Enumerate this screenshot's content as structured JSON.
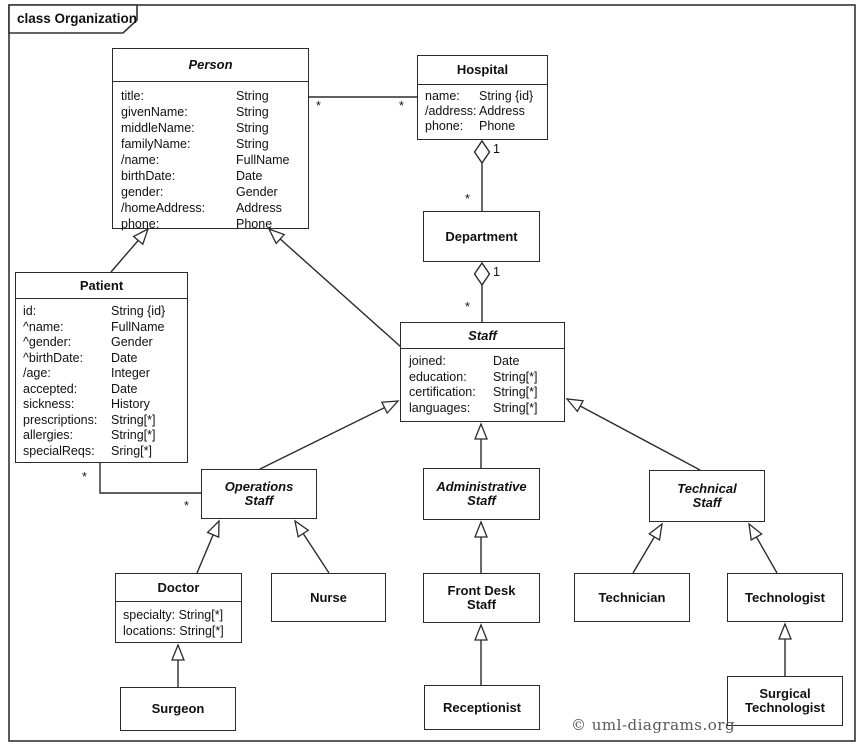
{
  "frame": {
    "label": "class Organization"
  },
  "copyright": "© uml-diagrams.org",
  "colors": {
    "line": "#2b2b2b",
    "text": "#111111",
    "background": "#ffffff",
    "copyright": "#585858"
  },
  "classes": {
    "person": {
      "name": "Person",
      "abstract": true,
      "attrs": [
        {
          "n": "title:",
          "t": "String"
        },
        {
          "n": "givenName:",
          "t": "String"
        },
        {
          "n": "middleName:",
          "t": "String"
        },
        {
          "n": "familyName:",
          "t": "String"
        },
        {
          "n": "/name:",
          "t": "FullName"
        },
        {
          "n": "birthDate:",
          "t": "Date"
        },
        {
          "n": "gender:",
          "t": "Gender"
        },
        {
          "n": "/homeAddress:",
          "t": "Address"
        },
        {
          "n": "phone:",
          "t": "Phone"
        }
      ]
    },
    "hospital": {
      "name": "Hospital",
      "abstract": false,
      "attrs": [
        {
          "n": "name:",
          "t": "String {id}"
        },
        {
          "n": "/address:",
          "t": "Address"
        },
        {
          "n": "phone:",
          "t": "Phone"
        }
      ]
    },
    "patient": {
      "name": "Patient",
      "abstract": false,
      "attrs": [
        {
          "n": "id:",
          "t": "String {id}"
        },
        {
          "n": "^name:",
          "t": "FullName"
        },
        {
          "n": "^gender:",
          "t": "Gender"
        },
        {
          "n": "^birthDate:",
          "t": "Date"
        },
        {
          "n": "/age:",
          "t": "Integer"
        },
        {
          "n": "accepted:",
          "t": "Date"
        },
        {
          "n": "sickness:",
          "t": "History"
        },
        {
          "n": "prescriptions:",
          "t": "String[*]"
        },
        {
          "n": "allergies:",
          "t": "String[*]"
        },
        {
          "n": "specialReqs:",
          "t": "Sring[*]"
        }
      ]
    },
    "department": {
      "name": "Department",
      "abstract": false
    },
    "staff": {
      "name": "Staff",
      "abstract": true,
      "attrs": [
        {
          "n": "joined:",
          "t": "Date"
        },
        {
          "n": "education:",
          "t": "String[*]"
        },
        {
          "n": "certification:",
          "t": "String[*]"
        },
        {
          "n": "languages:",
          "t": "String[*]"
        }
      ]
    },
    "operationsStaff": {
      "name": "Operations Staff",
      "abstract": true
    },
    "administrativeStaff": {
      "name": "Administrative Staff",
      "abstract": true
    },
    "technicalStaff": {
      "name": "Technical Staff",
      "abstract": true
    },
    "doctor": {
      "name": "Doctor",
      "abstract": false,
      "attrs": [
        "specialty: String[*]",
        "locations: String[*]"
      ]
    },
    "nurse": {
      "name": "Nurse",
      "abstract": false
    },
    "frontDeskStaff": {
      "name": "Front Desk Staff",
      "abstract": false
    },
    "technician": {
      "name": "Technician",
      "abstract": false
    },
    "technologist": {
      "name": "Technologist",
      "abstract": false
    },
    "surgeon": {
      "name": "Surgeon",
      "abstract": false
    },
    "receptionist": {
      "name": "Receptionist",
      "abstract": false
    },
    "surgicalTechnologist": {
      "name": "Surgical Technologist",
      "abstract": false
    }
  },
  "labels": {
    "person_hospital_left": "*",
    "person_hospital_right": "*",
    "hospital_department_1": "1",
    "hospital_department_many": "*",
    "department_staff_1": "1",
    "department_staff_many": "*",
    "patient_ops_upper": "*",
    "patient_ops_lower": "*"
  },
  "relationships": [
    {
      "type": "association",
      "from": "Person",
      "to": "Hospital",
      "fromMult": "*",
      "toMult": "*"
    },
    {
      "type": "aggregation",
      "whole": "Hospital",
      "part": "Department",
      "wholeMult": "1",
      "partMult": "*"
    },
    {
      "type": "aggregation",
      "whole": "Department",
      "part": "Staff",
      "wholeMult": "1",
      "partMult": "*"
    },
    {
      "type": "association",
      "from": "Patient",
      "to": "Operations Staff",
      "fromMult": "*",
      "toMult": "*"
    },
    {
      "type": "generalization",
      "from": "Patient",
      "to": "Person"
    },
    {
      "type": "generalization",
      "from": "Staff",
      "to": "Person"
    },
    {
      "type": "generalization",
      "from": "Operations Staff",
      "to": "Staff"
    },
    {
      "type": "generalization",
      "from": "Administrative Staff",
      "to": "Staff"
    },
    {
      "type": "generalization",
      "from": "Technical Staff",
      "to": "Staff"
    },
    {
      "type": "generalization",
      "from": "Doctor",
      "to": "Operations Staff"
    },
    {
      "type": "generalization",
      "from": "Nurse",
      "to": "Operations Staff"
    },
    {
      "type": "generalization",
      "from": "Front Desk Staff",
      "to": "Administrative Staff"
    },
    {
      "type": "generalization",
      "from": "Technician",
      "to": "Technical Staff"
    },
    {
      "type": "generalization",
      "from": "Technologist",
      "to": "Technical Staff"
    },
    {
      "type": "generalization",
      "from": "Surgeon",
      "to": "Doctor"
    },
    {
      "type": "generalization",
      "from": "Receptionist",
      "to": "Front Desk Staff"
    },
    {
      "type": "generalization",
      "from": "Surgical Technologist",
      "to": "Technologist"
    }
  ]
}
